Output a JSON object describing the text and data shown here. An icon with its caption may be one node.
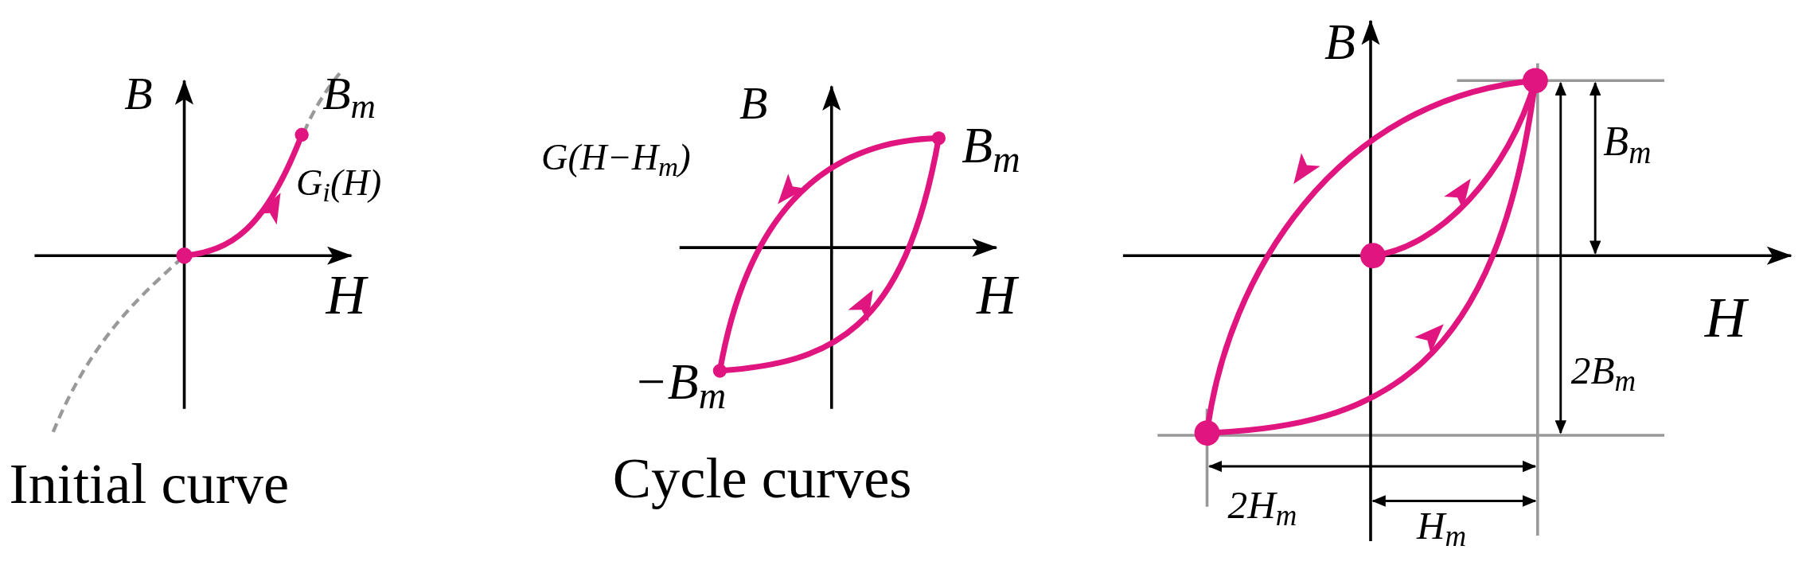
{
  "diagram": {
    "labels": [
      "B",
      "B$_{m}$",
      "G$_{i}$(H)",
      "H",
      "Initial curve",
      "B",
      "B$_{m}$",
      "G(H−H$_{m}$)",
      "H",
      "−B$_{m}$",
      "Cycle curves",
      "B",
      "B$_{m}$",
      "H",
      "2B$_{m}$",
      "2H$_{m}$",
      "H$_{m}$"
    ]
  }
}
